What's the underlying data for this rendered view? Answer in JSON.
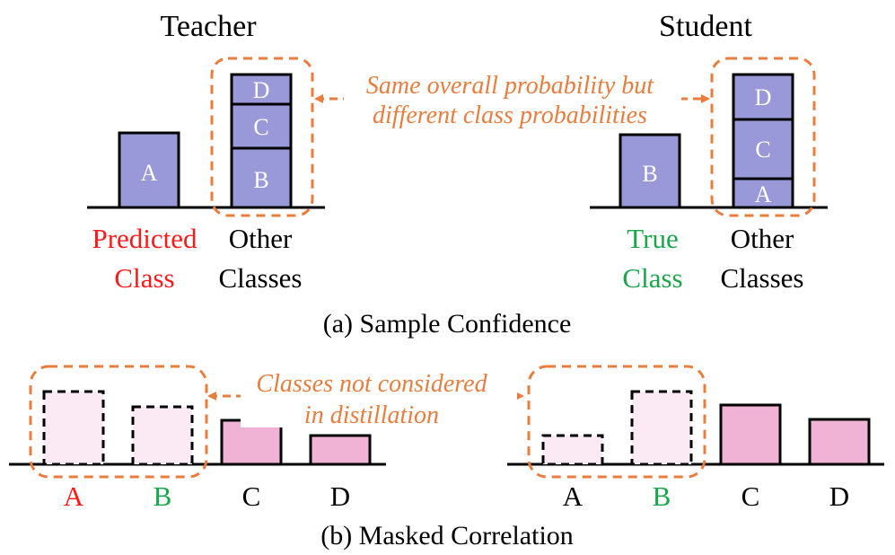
{
  "colors": {
    "bar_blue": "#9999d9",
    "bar_pink": "#f0b3d6",
    "bar_pink_light": "#fbeaf3",
    "highlight": "#e87d3e",
    "predicted_red": "#ff1a1a",
    "true_green": "#1aa64a",
    "ink": "#000000"
  },
  "panel_a": {
    "teacher_title": "Teacher",
    "student_title": "Student",
    "teacher_main_bar_label": "A",
    "teacher_other_segments": [
      "D",
      "C",
      "B"
    ],
    "student_main_bar_label": "B",
    "student_other_segments": [
      "D",
      "C",
      "A"
    ],
    "teacher_predicted_line1": "Predicted",
    "teacher_predicted_line2": "Class",
    "teacher_other_line1": "Other",
    "teacher_other_line2": "Classes",
    "student_true_line1": "True",
    "student_true_line2": "Class",
    "student_other_line1": "Other",
    "student_other_line2": "Classes",
    "annotation_line1": "Same overall probability but",
    "annotation_line2": "different class probabilities",
    "caption": "(a) Sample Confidence"
  },
  "panel_b": {
    "left_labels": [
      "A",
      "B",
      "C",
      "D"
    ],
    "right_labels": [
      "A",
      "B",
      "C",
      "D"
    ],
    "annotation_line1": "Classes not considered",
    "annotation_line2": "in distillation",
    "caption": "(b) Masked Correlation"
  }
}
